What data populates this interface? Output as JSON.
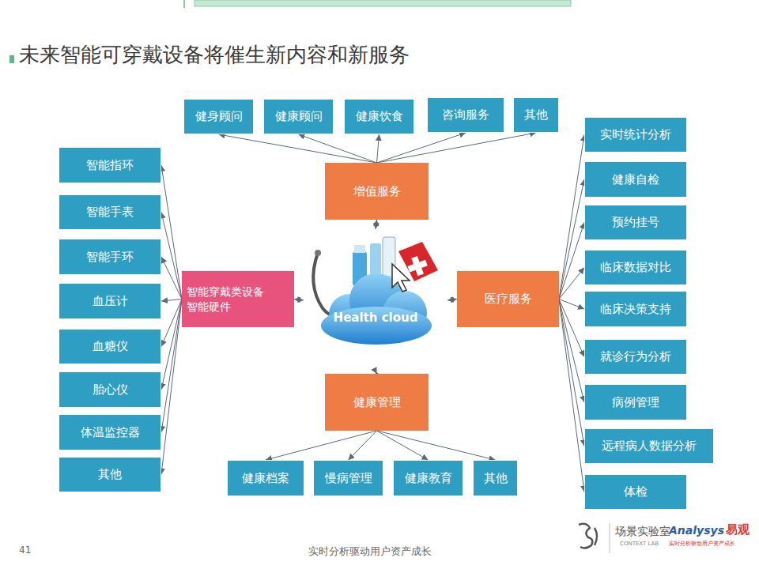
{
  "diagram": {
    "title": "未来智能可穿戴设备将催生新内容和新服务",
    "nodes": [
      {
        "text": [
          "健身顾问"
        ]
      },
      {
        "text": [
          "健康顾问"
        ]
      },
      {
        "text": [
          "健康饮食"
        ]
      },
      {
        "text": [
          "咨询服务"
        ]
      },
      {
        "text": [
          "其他"
        ]
      },
      {
        "text": [
          "增值服务"
        ]
      },
      {
        "text": [
          "智能指环"
        ]
      },
      {
        "text": [
          "智能手表"
        ]
      },
      {
        "text": [
          "智能手环"
        ]
      },
      {
        "text": [
          "血压计"
        ]
      },
      {
        "text": [
          "血糖仪"
        ]
      },
      {
        "text": [
          "胎心仪"
        ]
      },
      {
        "text": [
          "体温监控器"
        ]
      },
      {
        "text": [
          "其他"
        ]
      },
      {
        "text": [
          "智能穿戴类设备",
          "智能硬件"
        ]
      },
      {
        "text": [
          "Health cloud"
        ]
      },
      {
        "text": [
          "医疗服务"
        ]
      },
      {
        "text": [
          "实时统计分析"
        ]
      },
      {
        "text": [
          "健康自检"
        ]
      },
      {
        "text": [
          "预约挂号"
        ]
      },
      {
        "text": [
          "临床数据对比"
        ]
      },
      {
        "text": [
          "临床决策支持"
        ]
      },
      {
        "text": [
          "就诊行为分析"
        ]
      },
      {
        "text": [
          "病例管理"
        ]
      },
      {
        "text": [
          "远程病人数据分析"
        ]
      },
      {
        "text": [
          "体检"
        ]
      },
      {
        "text": [
          "健康管理"
        ]
      },
      {
        "text": [
          "健康档案"
        ]
      },
      {
        "text": [
          "慢病管理"
        ]
      },
      {
        "text": [
          "健康教育"
        ]
      },
      {
        "text": [
          "其他"
        ]
      }
    ],
    "edges": [
      {
        "from": 5,
        "to": 0,
        "arrow": "to"
      },
      {
        "from": 5,
        "to": 1,
        "arrow": "to"
      },
      {
        "from": 5,
        "to": 2,
        "arrow": "to"
      },
      {
        "from": 5,
        "to": 3,
        "arrow": "to"
      },
      {
        "from": 5,
        "to": 4,
        "arrow": "to"
      },
      {
        "from": 14,
        "to": 6,
        "arrow": "to"
      },
      {
        "from": 14,
        "to": 7,
        "arrow": "to"
      },
      {
        "from": 14,
        "to": 8,
        "arrow": "to"
      },
      {
        "from": 14,
        "to": 9,
        "arrow": "to"
      },
      {
        "from": 14,
        "to": 10,
        "arrow": "to"
      },
      {
        "from": 14,
        "to": 11,
        "arrow": "to"
      },
      {
        "from": 14,
        "to": 12,
        "arrow": "to"
      },
      {
        "from": 14,
        "to": 13,
        "arrow": "to"
      },
      {
        "from": 16,
        "to": 17,
        "arrow": "to"
      },
      {
        "from": 16,
        "to": 18,
        "arrow": "to"
      },
      {
        "from": 16,
        "to": 19,
        "arrow": "to"
      },
      {
        "from": 16,
        "to": 20,
        "arrow": "to"
      },
      {
        "from": 16,
        "to": 21,
        "arrow": "to"
      },
      {
        "from": 16,
        "to": 22,
        "arrow": "to"
      },
      {
        "from": 16,
        "to": 23,
        "arrow": "to"
      },
      {
        "from": 16,
        "to": 24,
        "arrow": "to"
      },
      {
        "from": 16,
        "to": 25,
        "arrow": "to"
      },
      {
        "from": 26,
        "to": 27,
        "arrow": "to"
      },
      {
        "from": 26,
        "to": 28,
        "arrow": "to"
      },
      {
        "from": 26,
        "to": 29,
        "arrow": "to"
      },
      {
        "from": 26,
        "to": 30,
        "arrow": "to"
      },
      {
        "from": 15,
        "to": 5,
        "arrow": "both"
      },
      {
        "from": 15,
        "to": 14,
        "arrow": "both"
      },
      {
        "from": 15,
        "to": 16,
        "arrow": "both"
      },
      {
        "from": 15,
        "to": 26,
        "arrow": "both"
      }
    ],
    "labels": [
      "41",
      "实时分析驱动用户资产成长",
      "场景实验室",
      "CONTEXT LAB",
      "Analysys",
      "易观",
      "实时分析驱动用户资产成长"
    ]
  }
}
